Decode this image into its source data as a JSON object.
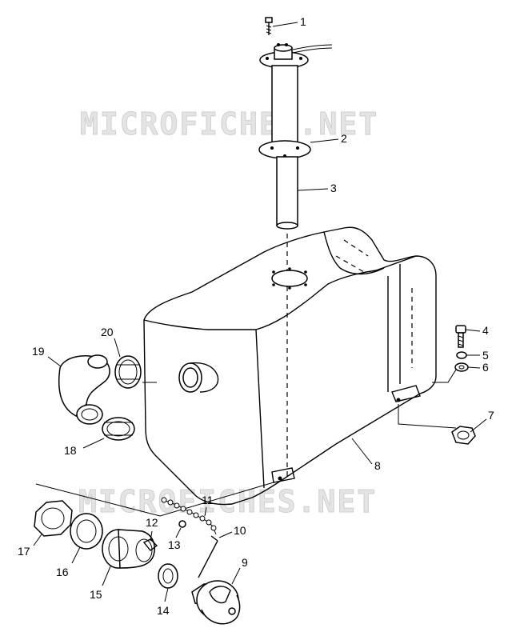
{
  "watermark": "MICROFICHES.NET",
  "callouts": [
    "1",
    "2",
    "3",
    "4",
    "5",
    "6",
    "7",
    "8",
    "9",
    "10",
    "11",
    "12",
    "13",
    "14",
    "15",
    "16",
    "17",
    "18",
    "19",
    "20"
  ]
}
